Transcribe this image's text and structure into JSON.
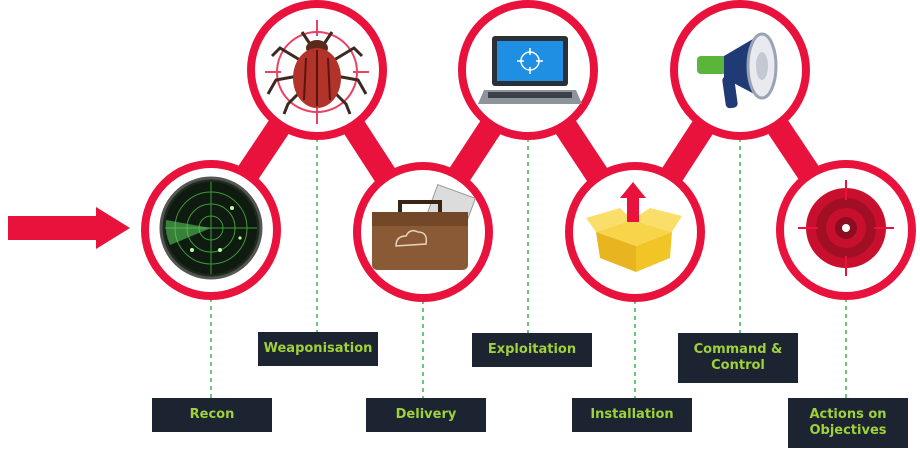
{
  "colors": {
    "accent": "#e8123c",
    "label_bg": "#1c2331",
    "label_text": "#9fd13a",
    "connector": "#3bb34a"
  },
  "stages": [
    {
      "id": "recon",
      "label": "Recon",
      "icon": "radar-icon"
    },
    {
      "id": "weaponisation",
      "label": "Weaponisation",
      "icon": "bug-icon"
    },
    {
      "id": "delivery",
      "label": "Delivery",
      "icon": "briefcase-icon"
    },
    {
      "id": "exploitation",
      "label": "Exploitation",
      "icon": "laptop-target-icon"
    },
    {
      "id": "installation",
      "label": "Installation",
      "icon": "box-upload-icon"
    },
    {
      "id": "command",
      "label_line1": "Command &",
      "label_line2": "Control",
      "icon": "megaphone-icon"
    },
    {
      "id": "actions",
      "label_line1": "Actions on",
      "label_line2": "Objectives",
      "icon": "target-icon"
    }
  ]
}
